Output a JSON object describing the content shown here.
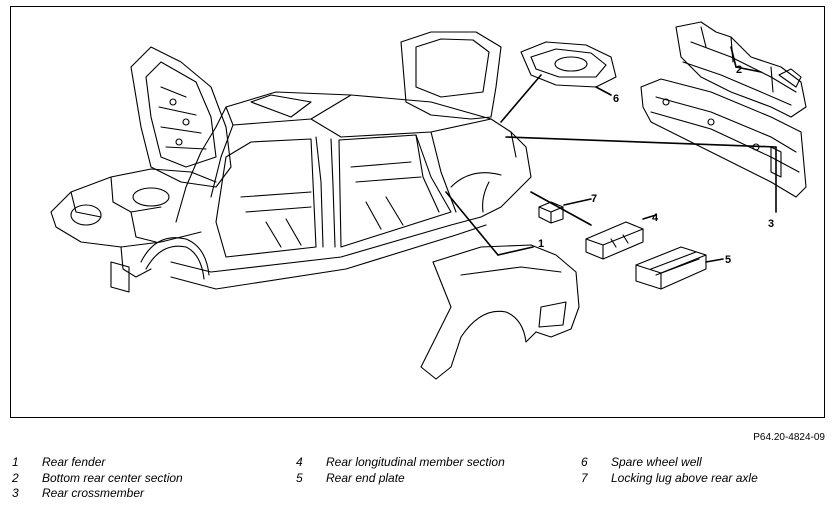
{
  "diagram": {
    "callouts": [
      "1",
      "2",
      "3",
      "4",
      "5",
      "6",
      "7"
    ]
  },
  "figure_code": "P64.20-4824-09",
  "legend": [
    {
      "num": "1",
      "text": "Rear fender"
    },
    {
      "num": "2",
      "text": "Bottom rear center section"
    },
    {
      "num": "3",
      "text": "Rear crossmember"
    },
    {
      "num": "4",
      "text": "Rear longitudinal member section"
    },
    {
      "num": "5",
      "text": "Rear end plate"
    },
    {
      "num": "6",
      "text": "Spare wheel well"
    },
    {
      "num": "7",
      "text": "Locking lug above rear axle"
    }
  ]
}
